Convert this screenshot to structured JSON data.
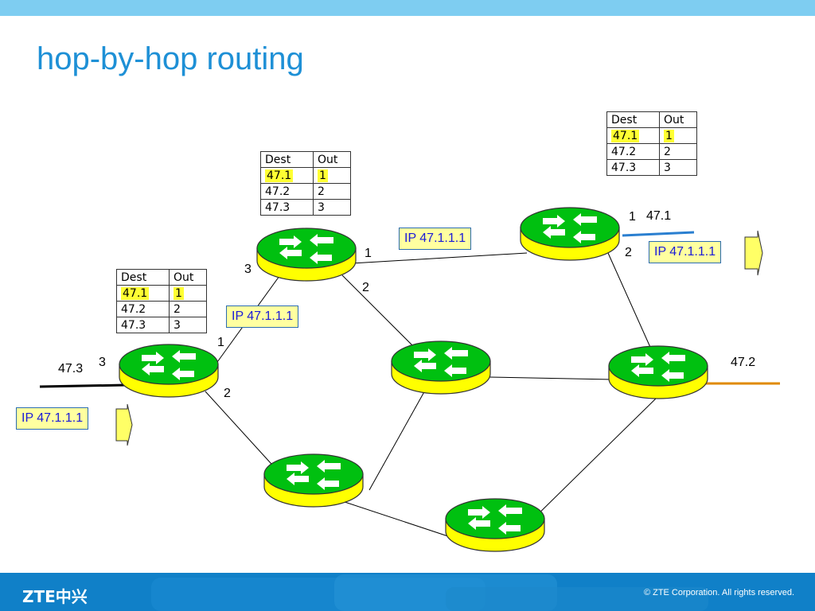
{
  "slide": {
    "title": "hop-by-hop routing",
    "footer_logo": "ZTE中兴",
    "footer_copyright": "© ZTE Corporation. All rights reserved."
  },
  "tables": {
    "header": {
      "dest": "Dest",
      "out": "Out"
    },
    "top_right": [
      {
        "dest": "47.1",
        "out": "1",
        "highlight": true
      },
      {
        "dest": "47.2",
        "out": "2"
      },
      {
        "dest": "47.3",
        "out": "3"
      }
    ],
    "center_top": [
      {
        "dest": "47.1",
        "out": "1",
        "highlight": true
      },
      {
        "dest": "47.2",
        "out": "2"
      },
      {
        "dest": "47.3",
        "out": "3"
      }
    ],
    "left": [
      {
        "dest": "47.1",
        "out": "1",
        "highlight": true
      },
      {
        "dest": "47.2",
        "out": "2"
      },
      {
        "dest": "47.3",
        "out": "3"
      }
    ]
  },
  "packets": {
    "label": "IP 47.1.1.1"
  },
  "ports": {
    "left_router": {
      "in": "3",
      "top": "1",
      "bottom": "2"
    },
    "top_router": {
      "left": "3",
      "right": "1",
      "bottom": "2"
    },
    "right_router": {
      "top": "1",
      "bottom": "2"
    }
  },
  "networks": {
    "net1": "47.1",
    "net2": "47.2",
    "net3": "47.3"
  },
  "colors": {
    "router_top": "#00c010",
    "router_body": "#ffff00",
    "packet_fill": "#ffffa0",
    "packet_text": "#1a1ad8",
    "title": "#1e90d6",
    "link_47_1": "#2a7fd0",
    "link_47_2": "#e08a00",
    "link_47_3": "#000000"
  }
}
